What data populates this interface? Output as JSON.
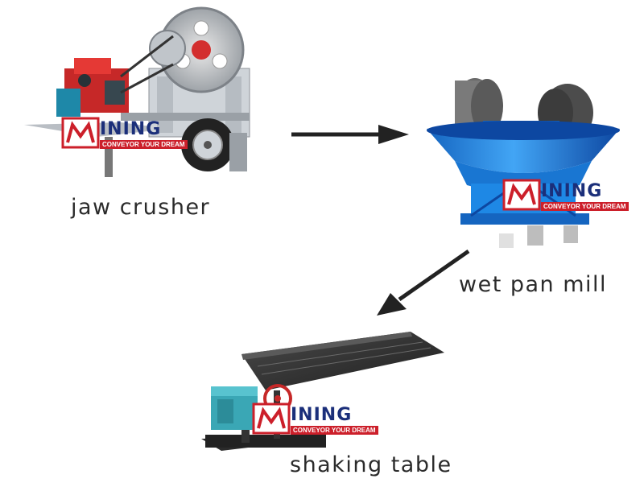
{
  "steps": [
    {
      "label": "jaw crusher"
    },
    {
      "label": "wet pan mill"
    },
    {
      "label": "shaking table"
    }
  ],
  "watermark": {
    "word": "INING",
    "slogan": "CONVEYOR YOUR DREAM"
  },
  "colors": {
    "arrow": "#222222",
    "pan_mill_blue": "#1e88e5",
    "crusher_gray": "#c9ced4",
    "engine_red": "#c62828",
    "logo_red": "#cc1f2a",
    "logo_blue": "#1b2f7a",
    "shaking_teal": "#3aa7b5"
  }
}
